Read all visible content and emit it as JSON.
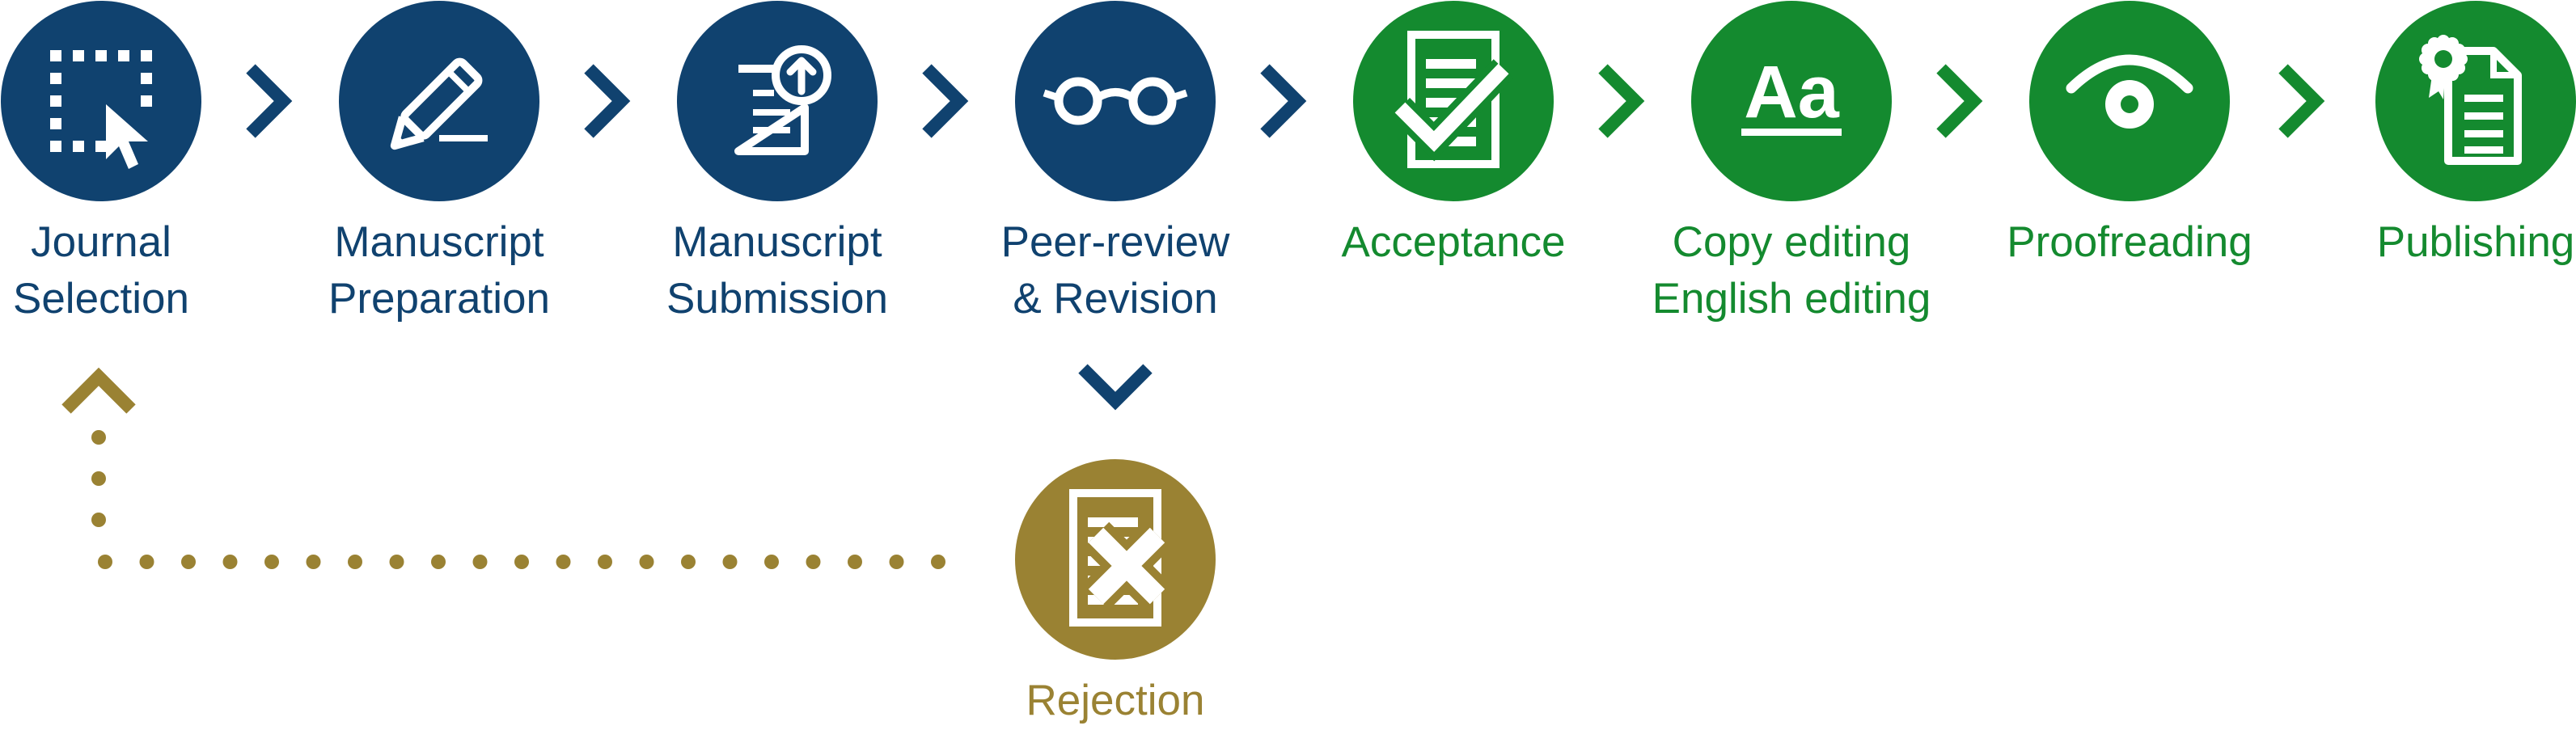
{
  "colors": {
    "blue": "#10426f",
    "green": "#148a2f",
    "gold": "#9a8233",
    "white": "#ffffff"
  },
  "steps": [
    {
      "id": "journal-selection",
      "lines": [
        "Journal",
        "Selection"
      ],
      "icon": "selection-cursor-icon",
      "color": "blue"
    },
    {
      "id": "manuscript-preparation",
      "lines": [
        "Manuscript",
        "Preparation"
      ],
      "icon": "pencil-icon",
      "color": "blue"
    },
    {
      "id": "manuscript-submission",
      "lines": [
        "Manuscript",
        "Submission"
      ],
      "icon": "upload-document-icon",
      "color": "blue"
    },
    {
      "id": "peer-review-revision",
      "lines": [
        "Peer-review",
        "& Revision"
      ],
      "icon": "glasses-icon",
      "color": "blue"
    },
    {
      "id": "acceptance",
      "lines": [
        "Acceptance"
      ],
      "icon": "checked-document-icon",
      "color": "green"
    },
    {
      "id": "copy-editing",
      "lines": [
        "Copy editing",
        "English editing"
      ],
      "icon": "font-aa-icon",
      "color": "green"
    },
    {
      "id": "proofreading",
      "lines": [
        "Proofreading"
      ],
      "icon": "eye-icon",
      "color": "green"
    },
    {
      "id": "publishing",
      "lines": [
        "Publishing"
      ],
      "icon": "certificate-document-icon",
      "color": "green"
    }
  ],
  "rejection": {
    "id": "rejection",
    "lines": [
      "Rejection"
    ],
    "icon": "rejected-document-icon",
    "color": "gold"
  },
  "arrows": [
    {
      "icon": "chevron-right-icon",
      "color": "blue"
    },
    {
      "icon": "chevron-right-icon",
      "color": "blue"
    },
    {
      "icon": "chevron-right-icon",
      "color": "blue"
    },
    {
      "icon": "chevron-right-icon",
      "color": "blue"
    },
    {
      "icon": "chevron-right-icon",
      "color": "green"
    },
    {
      "icon": "chevron-right-icon",
      "color": "green"
    },
    {
      "icon": "chevron-right-icon",
      "color": "green"
    }
  ],
  "down_arrow": {
    "icon": "chevron-down-icon",
    "color": "blue"
  },
  "return_arrow": {
    "icon": "chevron-up-icon",
    "color": "gold"
  }
}
